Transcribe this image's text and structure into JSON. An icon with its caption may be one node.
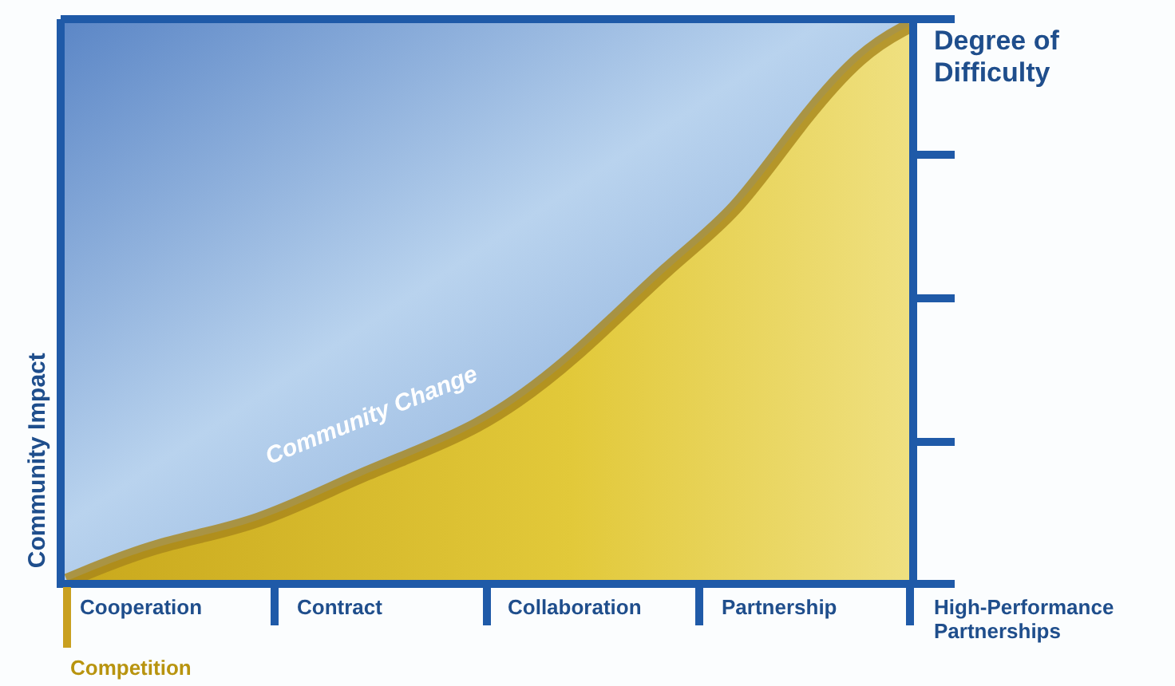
{
  "diagram": {
    "labels": [
      "Degree of Difficulty",
      "Community Impact",
      "Community Change",
      "Cooperation",
      "Contract",
      "Collaboration",
      "Partnership",
      "High-Performance Partnerships",
      "Competition"
    ]
  }
}
